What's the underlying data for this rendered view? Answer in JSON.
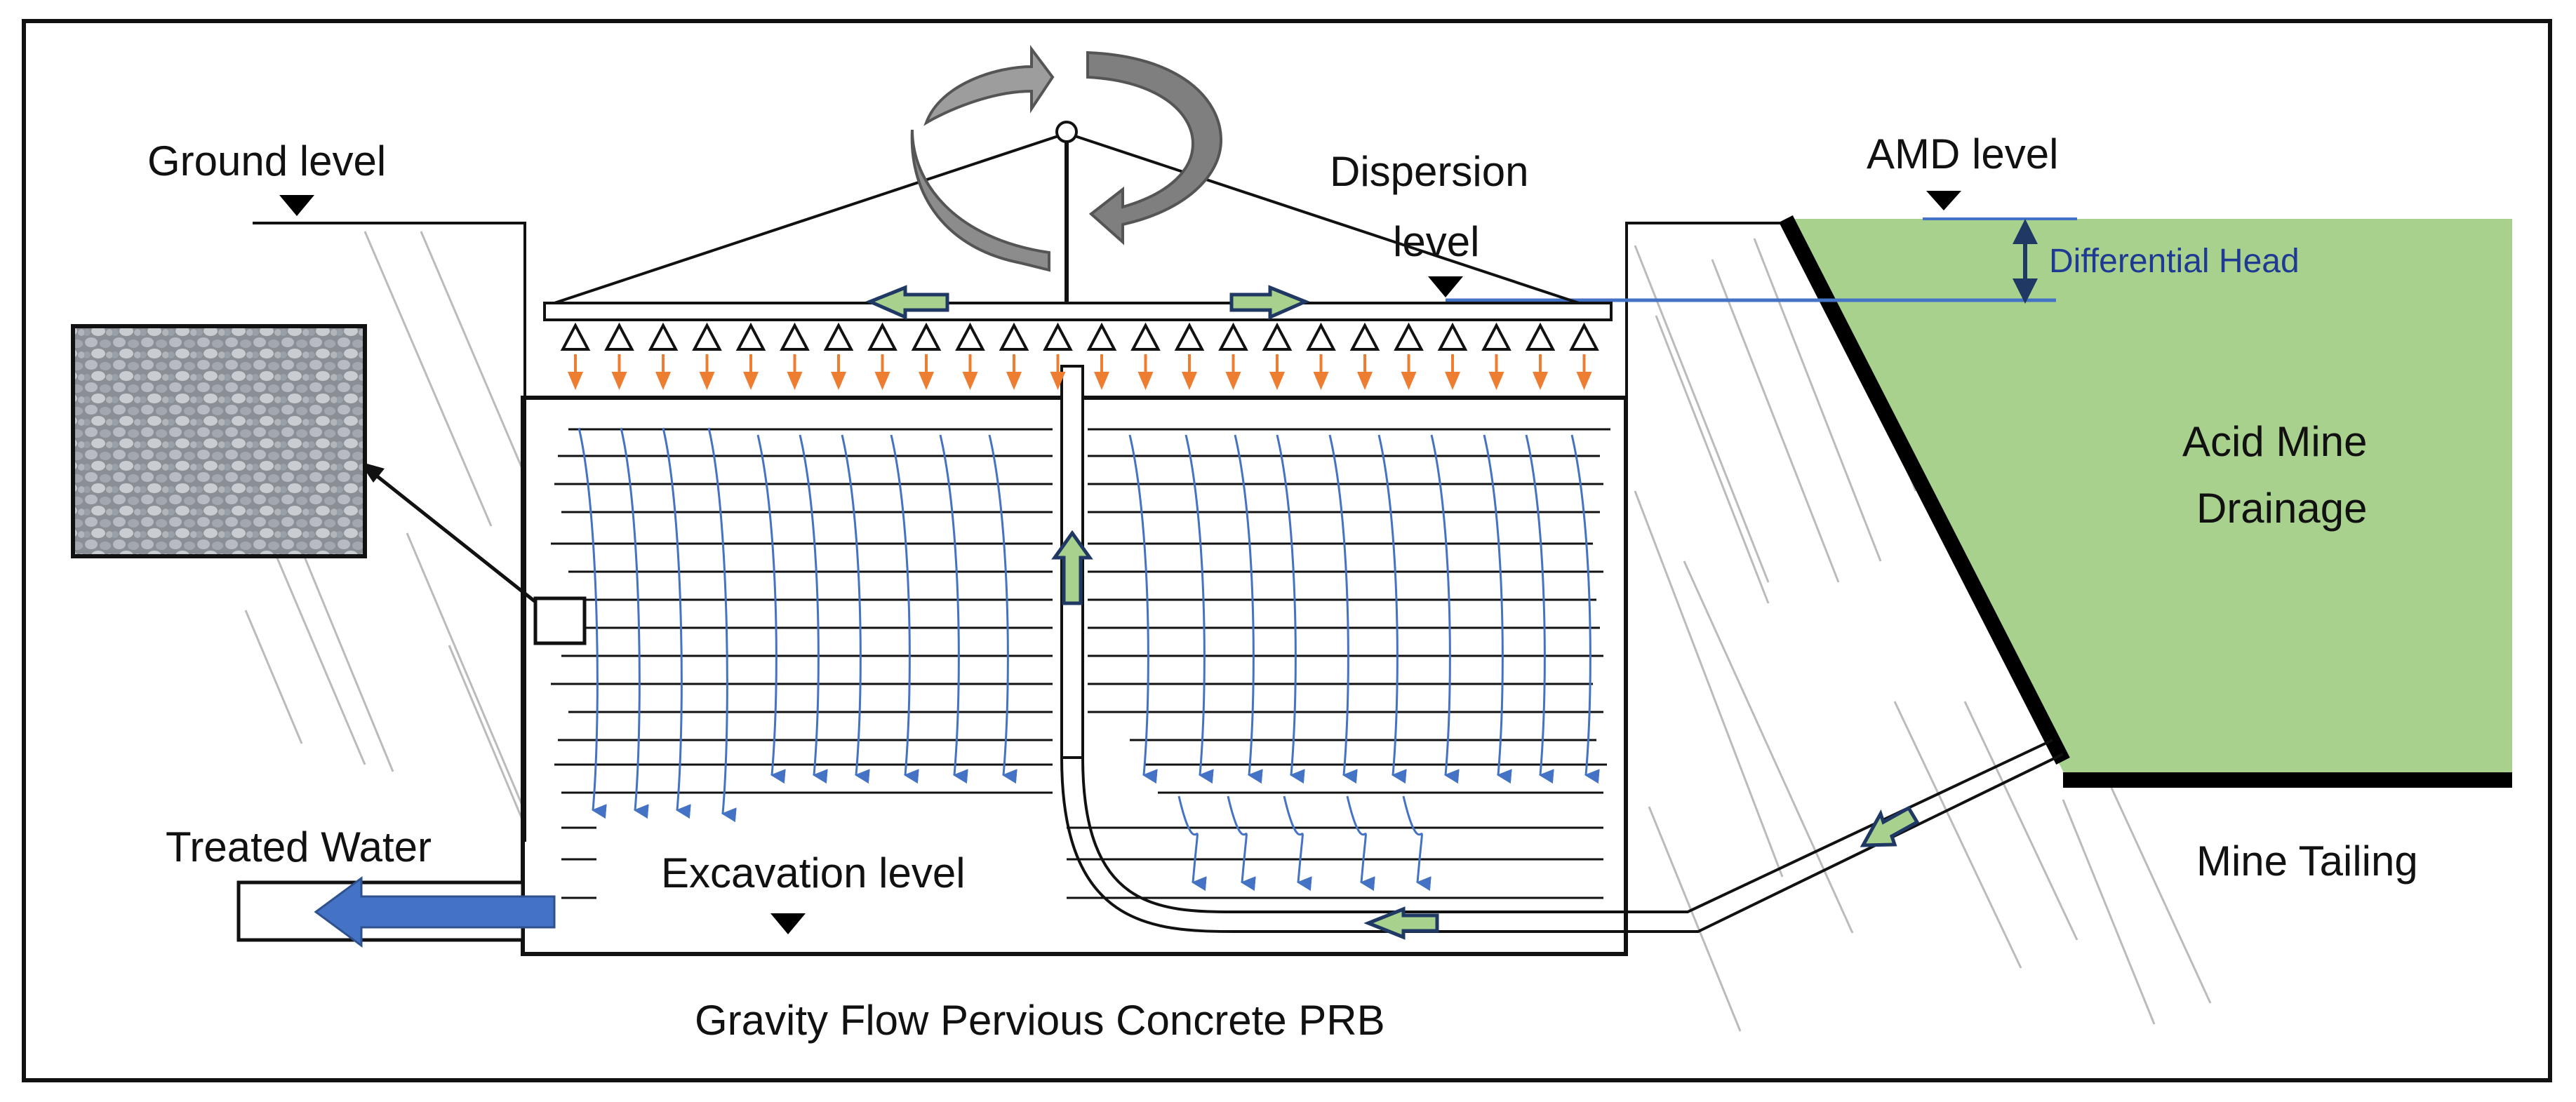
{
  "labels": {
    "ground_level": "Ground level",
    "dispersion_level_1": "Dispersion",
    "dispersion_level_2": "level",
    "amd_level": "AMD level",
    "differential_head": "Differential Head",
    "acid_mine_1": "Acid Mine",
    "acid_mine_2": "Drainage",
    "mine_tailing": "Mine Tailing",
    "treated_water": "Treated Water",
    "excavation_level": "Excavation level",
    "caption": "Gravity Flow Pervious Concrete PRB"
  },
  "colors": {
    "amd_fill": "#a9d18e",
    "flow_arrow": "#4472c4",
    "nozzle_arrow": "#ed7d31",
    "outlet_arrow": "#4472c4",
    "flow_block_fill": "#a9d18e",
    "flow_block_stroke": "#1f3864",
    "level_line": "#4472c4",
    "rotation_arrow": "#8c8c8c"
  },
  "icons": {
    "rotation": "circular-rotation-arrows-icon",
    "level_marker": "triangle-down-marker-icon",
    "gravel_photo": "gravel-aggregate-photo"
  }
}
